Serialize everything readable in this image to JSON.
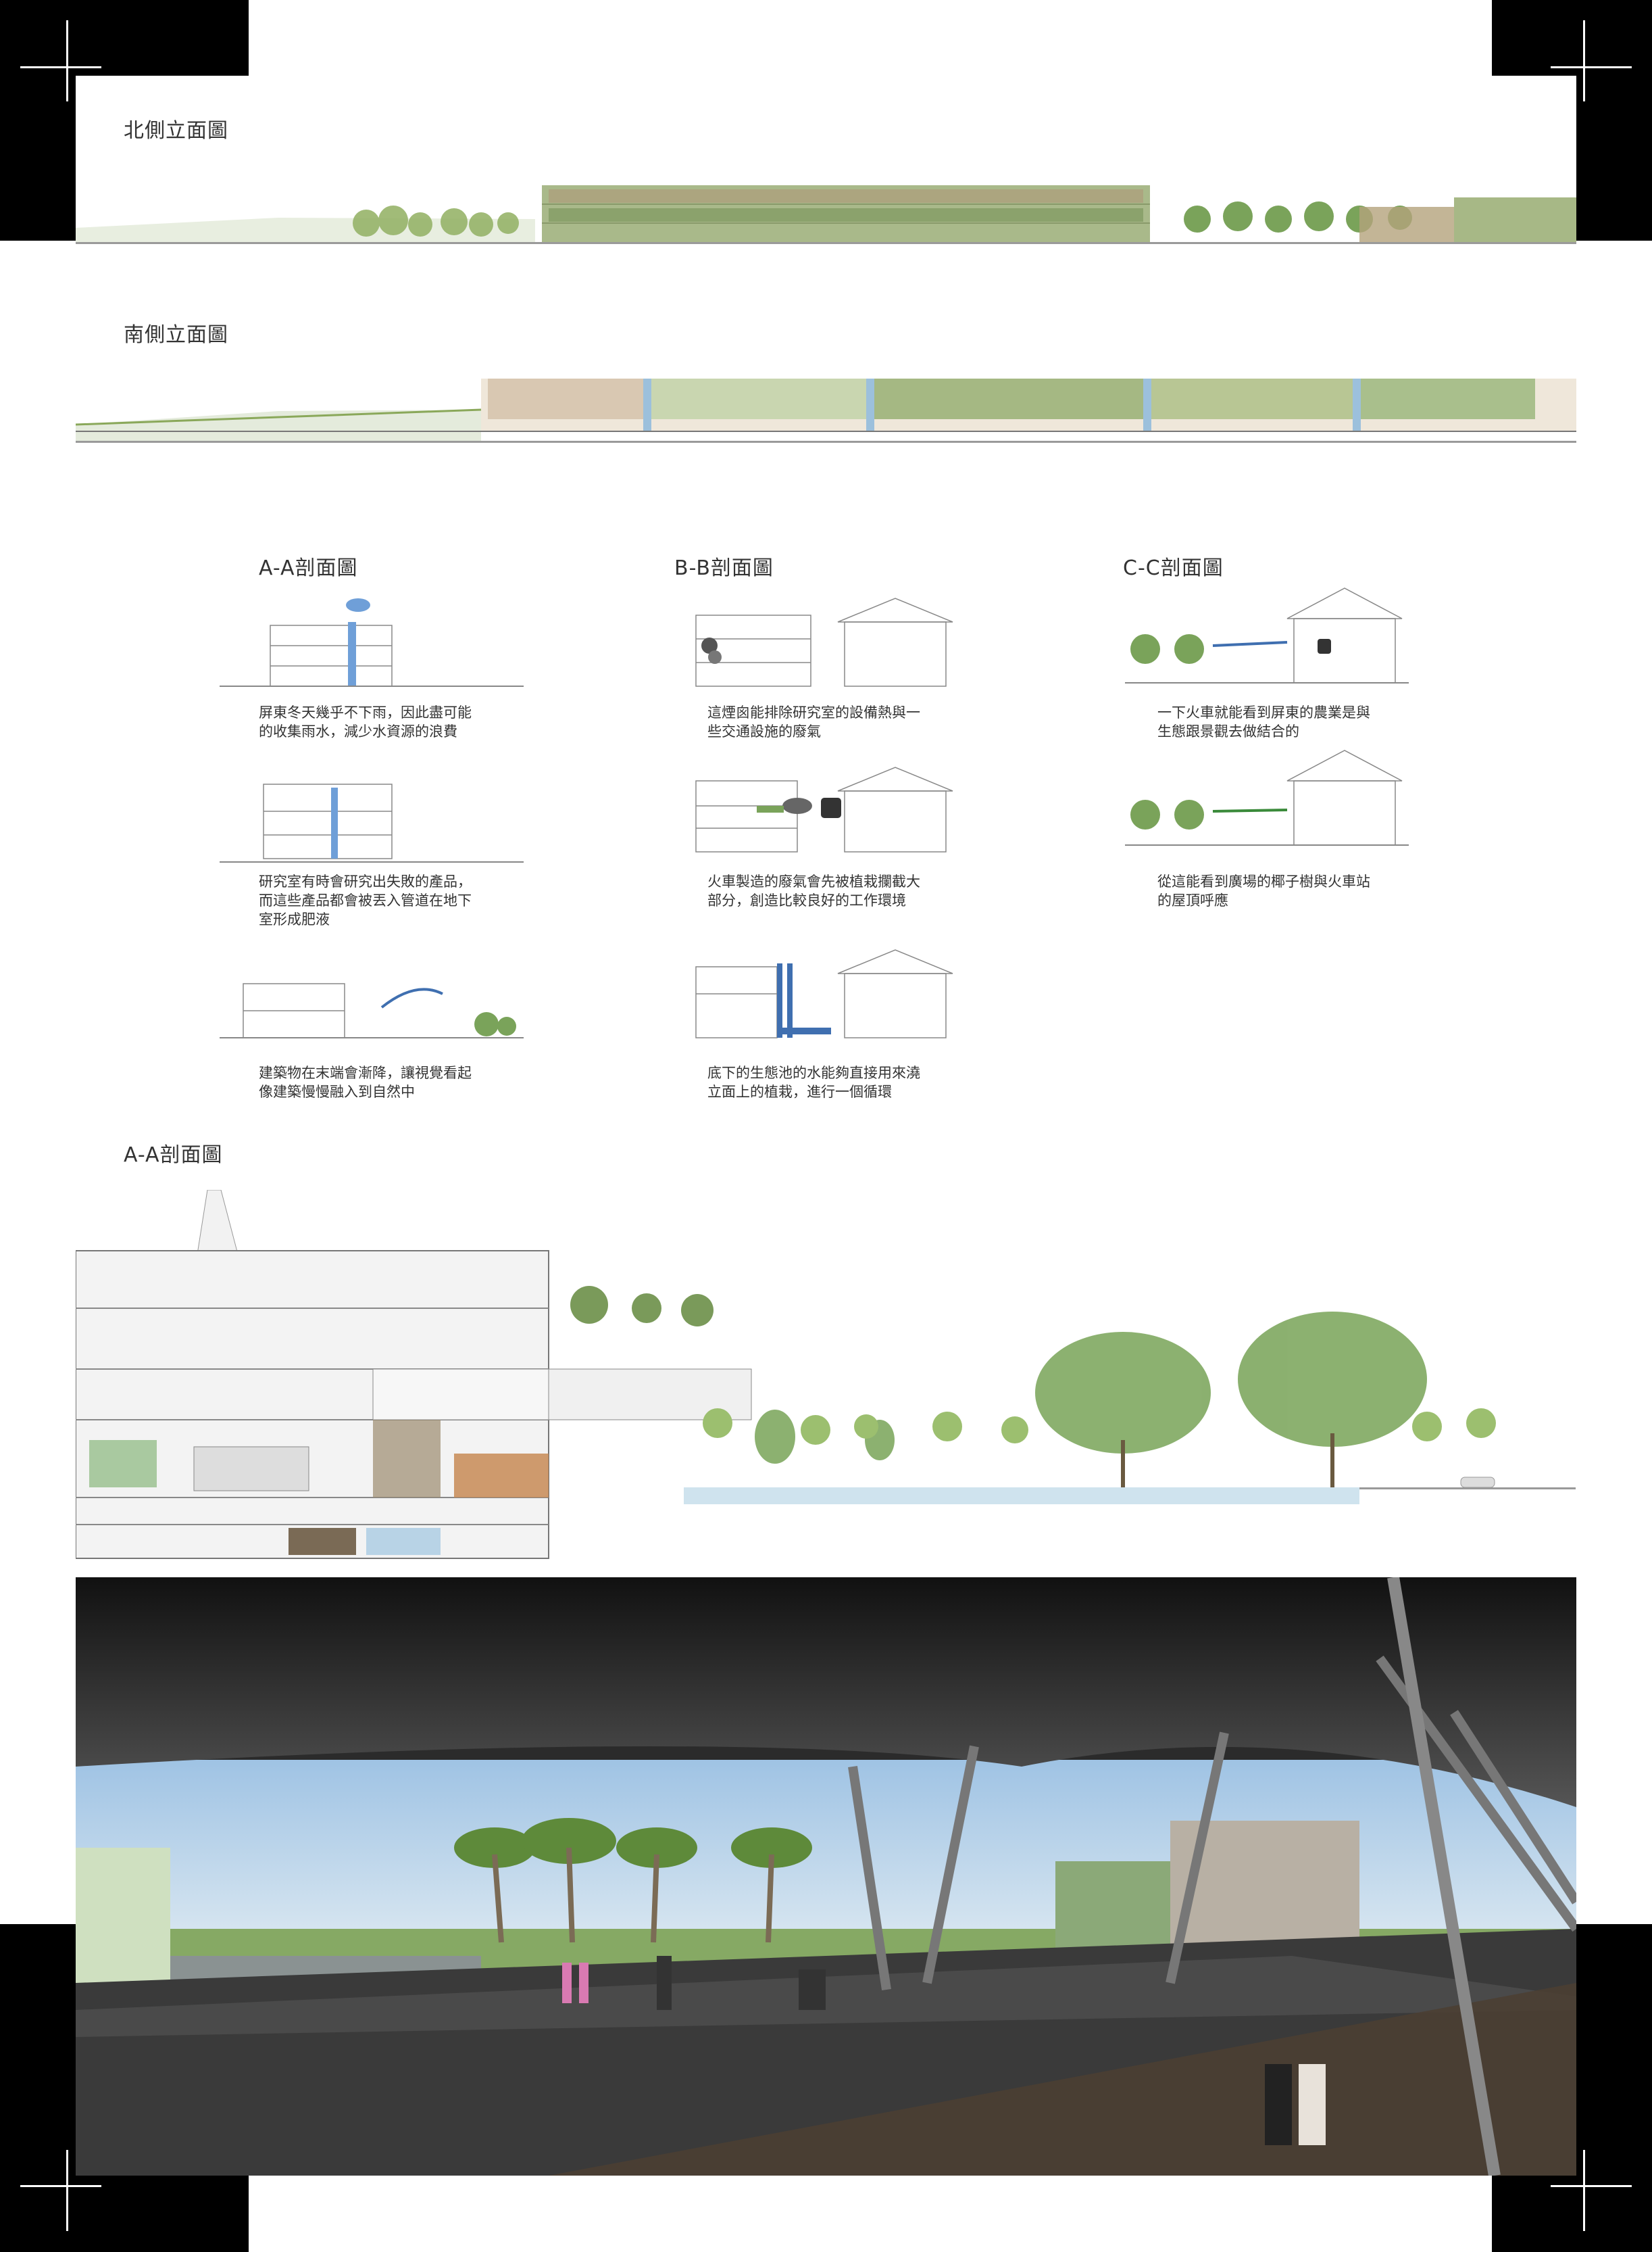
{
  "titles": {
    "north_elevation": "北側立面圖",
    "south_elevation": "南側立面圖",
    "section_a": "A-A剖面圖",
    "section_b": "B-B剖面圖",
    "section_c": "C-C剖面圖",
    "big_section": "A-A剖面圖"
  },
  "captions": {
    "a1": "屏東冬天幾乎不下雨，因此盡可能\n的收集雨水，減少水資源的浪費",
    "a2": "研究室有時會研究出失敗的產品，\n而這些產品都會被丟入管道在地下\n室形成肥液",
    "a3": "建築物在末端會漸降，讓視覺看起\n像建築慢慢融入到自然中",
    "b1": "這煙囪能排除研究室的設備熱與一\n些交通設施的廢氣",
    "b2": "火車製造的廢氣會先被植栽攔截大\n部分，創造比較良好的工作環境",
    "b3": "底下的生態池的水能夠直接用來澆\n立面上的植栽，進行一個循環",
    "c1": "一下火車就能看到屏東的農業是與\n生態跟景觀去做結合的",
    "c2": "從這能看到廣場的椰子樹與火車站\n的屋頂呼應"
  },
  "colors": {
    "frame": "#000000",
    "greenery": "#8aa85a",
    "water": "#6f9fd8",
    "sky": "#c9dff0",
    "concrete": "#3a3a3a"
  }
}
